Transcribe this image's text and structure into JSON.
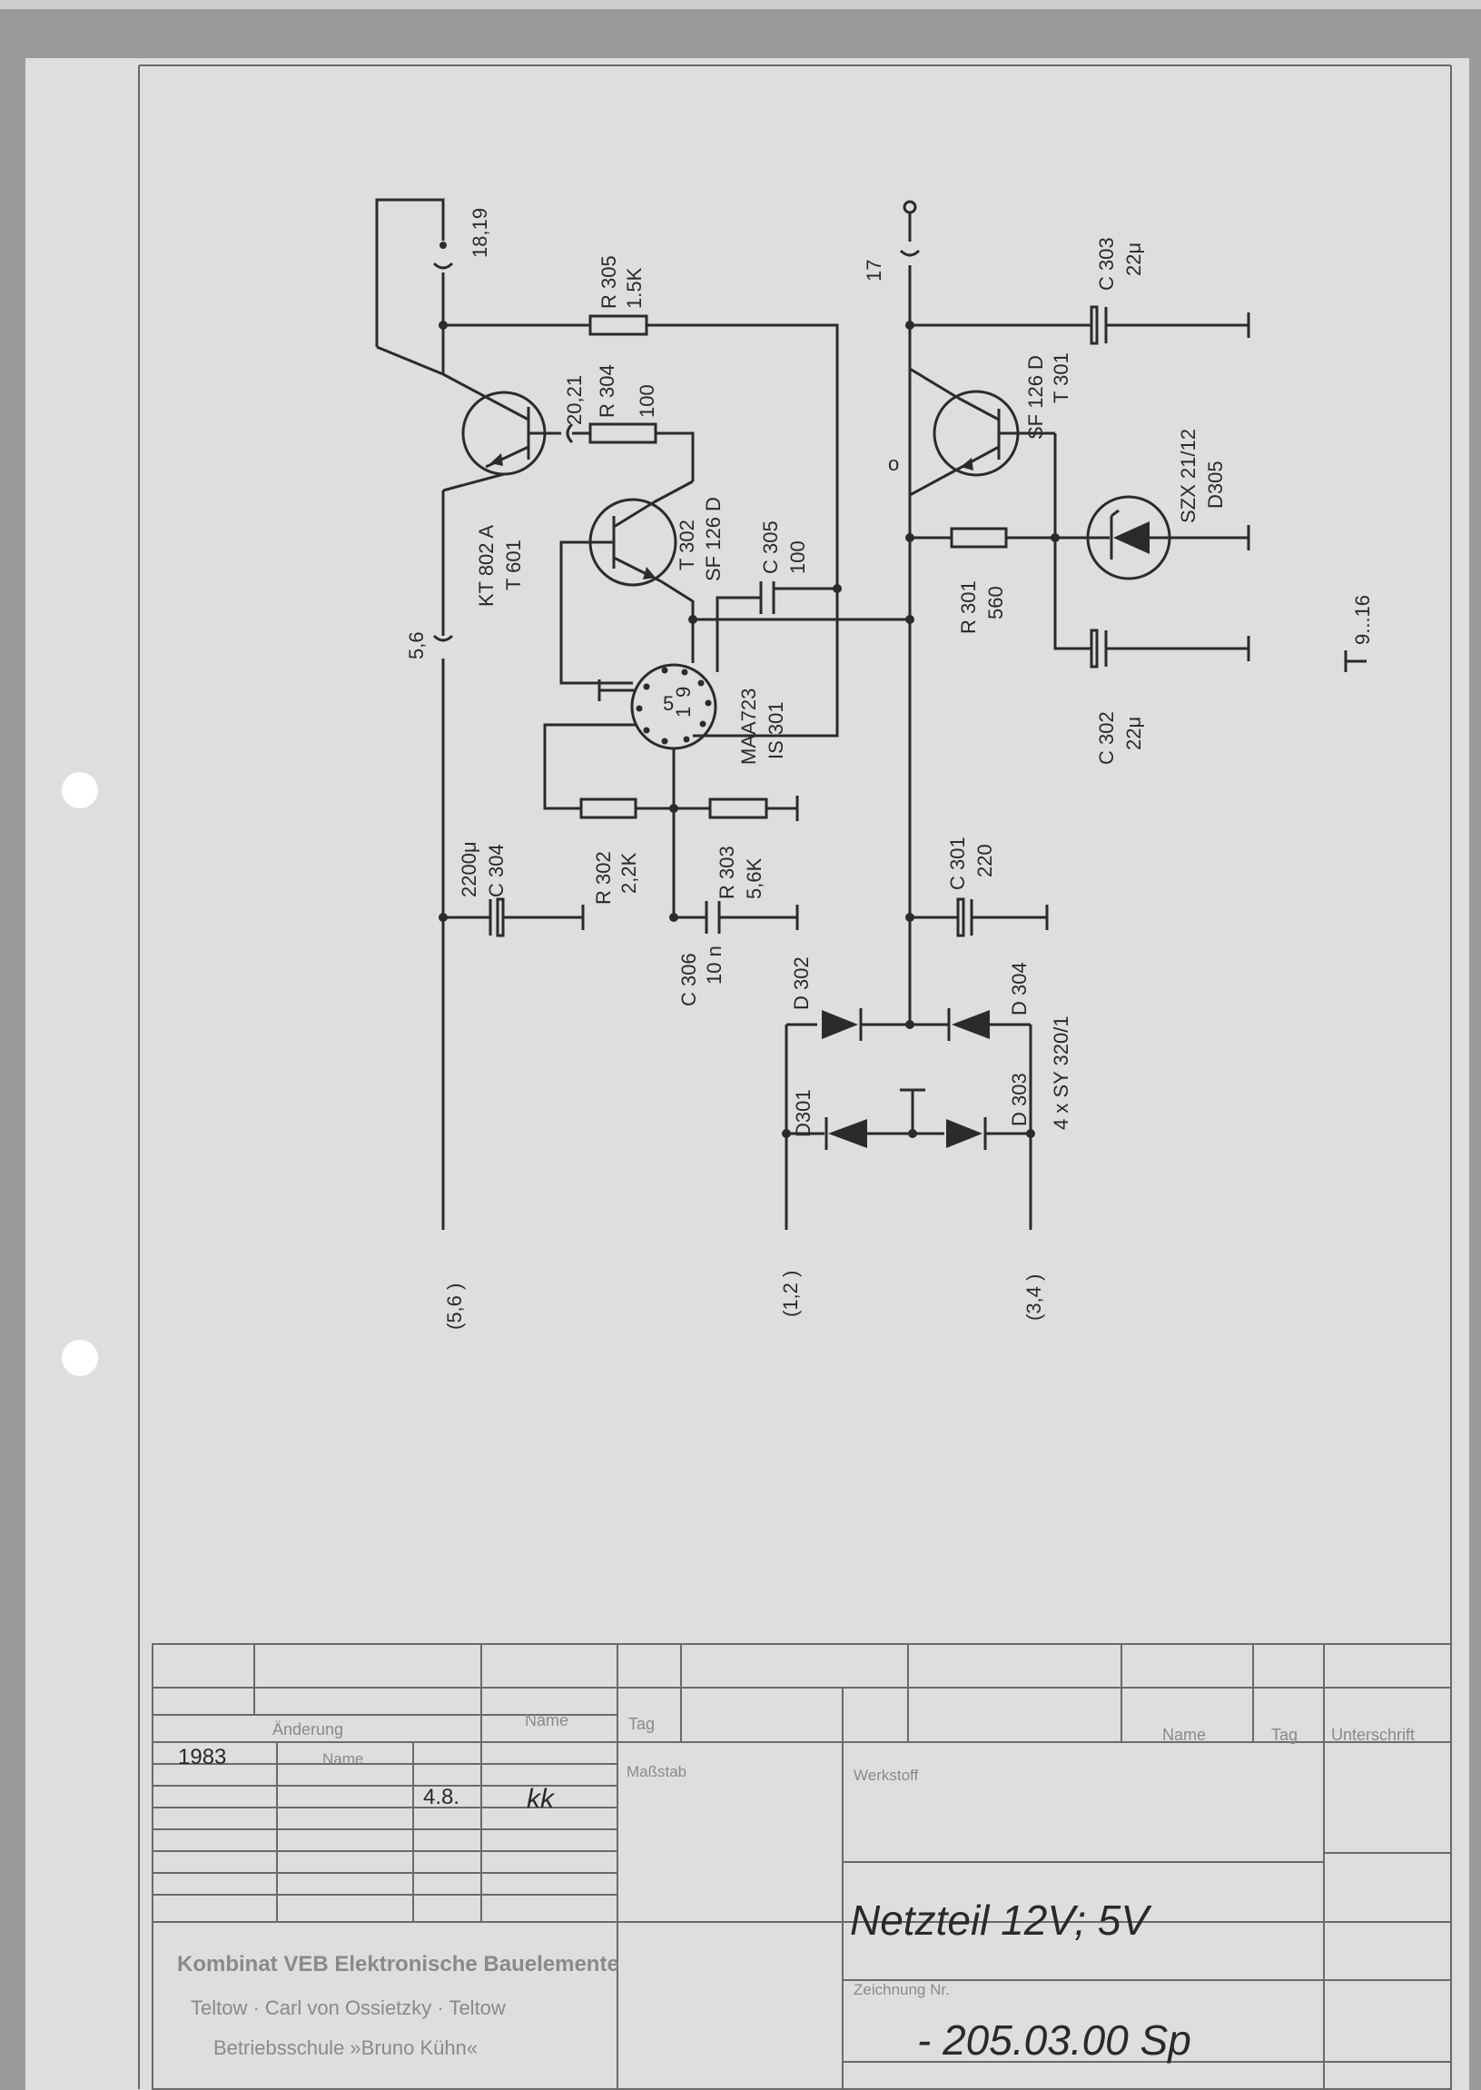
{
  "terminals": {
    "t_1819": "18,19",
    "t_2021": "20,21",
    "t_56_top": "5,6",
    "t_56_bot": "(5,6 )",
    "t_12": "(1,2 )",
    "t_34": "(3,4 )",
    "t_17": "17",
    "gnd_ref": "9...16"
  },
  "components": {
    "r305": {
      "ref": "R 305",
      "value": "1.5K"
    },
    "r304": {
      "ref": "R 304",
      "value": "100"
    },
    "t601": {
      "type": "KT 802 A",
      "ref": "T 601"
    },
    "t302": {
      "ref": "T 302",
      "type": "SF 126 D"
    },
    "c305": {
      "ref": "C 305",
      "value": "100"
    },
    "is301": {
      "type": "MAA723",
      "ref": "IS 301",
      "pin_5": "5",
      "pin_1": "1",
      "pin_9": "9"
    },
    "r302": {
      "ref": "R 302",
      "value": "2,2K"
    },
    "r303": {
      "ref": "R 303",
      "value": "5,6K"
    },
    "c304": {
      "value": "2200μ",
      "ref": "C 304"
    },
    "c306": {
      "ref": "C 306",
      "value": "10 n"
    },
    "d302": {
      "ref": "D 302"
    },
    "d301": {
      "ref": "D301"
    },
    "d303": {
      "ref": "D 303"
    },
    "d304": {
      "ref": "D 304"
    },
    "diodes_type": "4 x SY 320/1",
    "c303": {
      "ref": "C 303",
      "value": "22μ"
    },
    "t301": {
      "type": "SF 126 D",
      "ref": "T 301"
    },
    "d305": {
      "type": "SZX 21/12",
      "ref": "D305"
    },
    "r301": {
      "ref": "R 301",
      "value": "560"
    },
    "c302": {
      "ref": "C 302",
      "value": "22μ"
    },
    "c301": {
      "ref": "C 301",
      "value": "220"
    }
  },
  "title_block": {
    "year": "1983",
    "day": "4.8.",
    "signature": "kk",
    "h_aenderung": "Änderung",
    "h_name_small": "Name",
    "h_name": "Name",
    "h_tag": "Tag",
    "h_name_r": "Name",
    "h_tag_r": "Tag",
    "h_unterschrift": "Unterschrift",
    "h_massstab": "Maßstab",
    "h_werkstoff": "Werkstoff",
    "h_zeichnung": "Zeichnung Nr.",
    "title": "Netzteil 12V; 5V",
    "drawing_no": "- 205.03.00 Sp",
    "company_1": "Kombinat VEB Elektronische Bauelemente",
    "company_2": "Teltow · Carl von Ossietzky · Teltow",
    "company_3": "Betriebsschule »Bruno Kühn«"
  }
}
